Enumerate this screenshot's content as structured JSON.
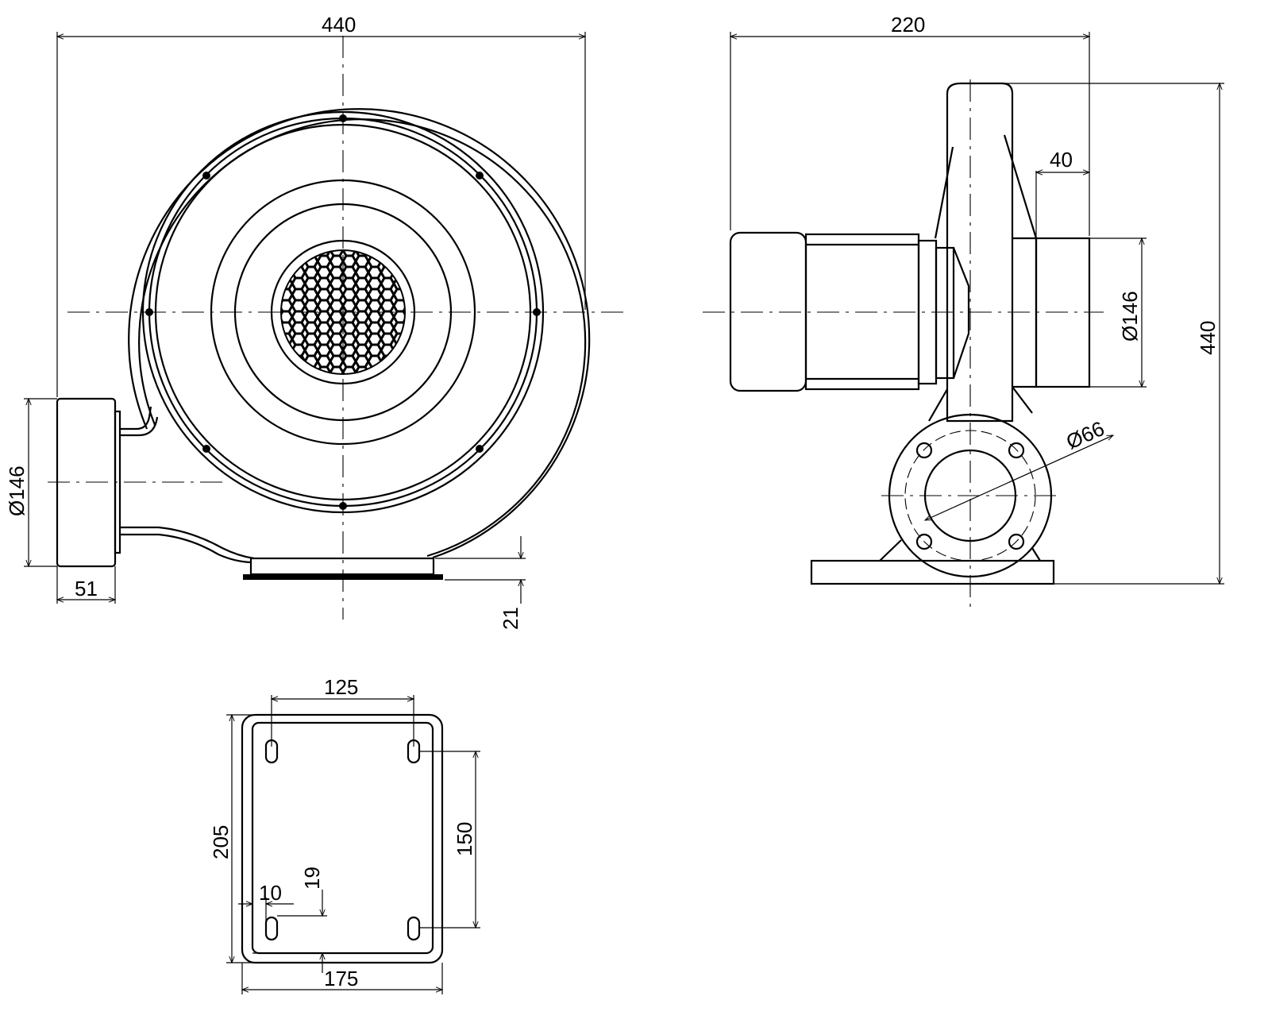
{
  "title": "Centrifugal blower dimension drawing",
  "front_view": {
    "width": "440",
    "outlet_diameter": "Ø146",
    "outlet_depth": "51",
    "base_height": "21"
  },
  "side_view": {
    "depth": "220",
    "flange_length": "40",
    "outlet_diameter": "Ø146",
    "height": "440",
    "inlet_diameter": "Ø66"
  },
  "base_plate": {
    "hole_spacing_x": "125",
    "length": "205",
    "hole_spacing_y": "150",
    "slot_offset_y": "19",
    "slot_offset_x": "10",
    "width": "175"
  }
}
